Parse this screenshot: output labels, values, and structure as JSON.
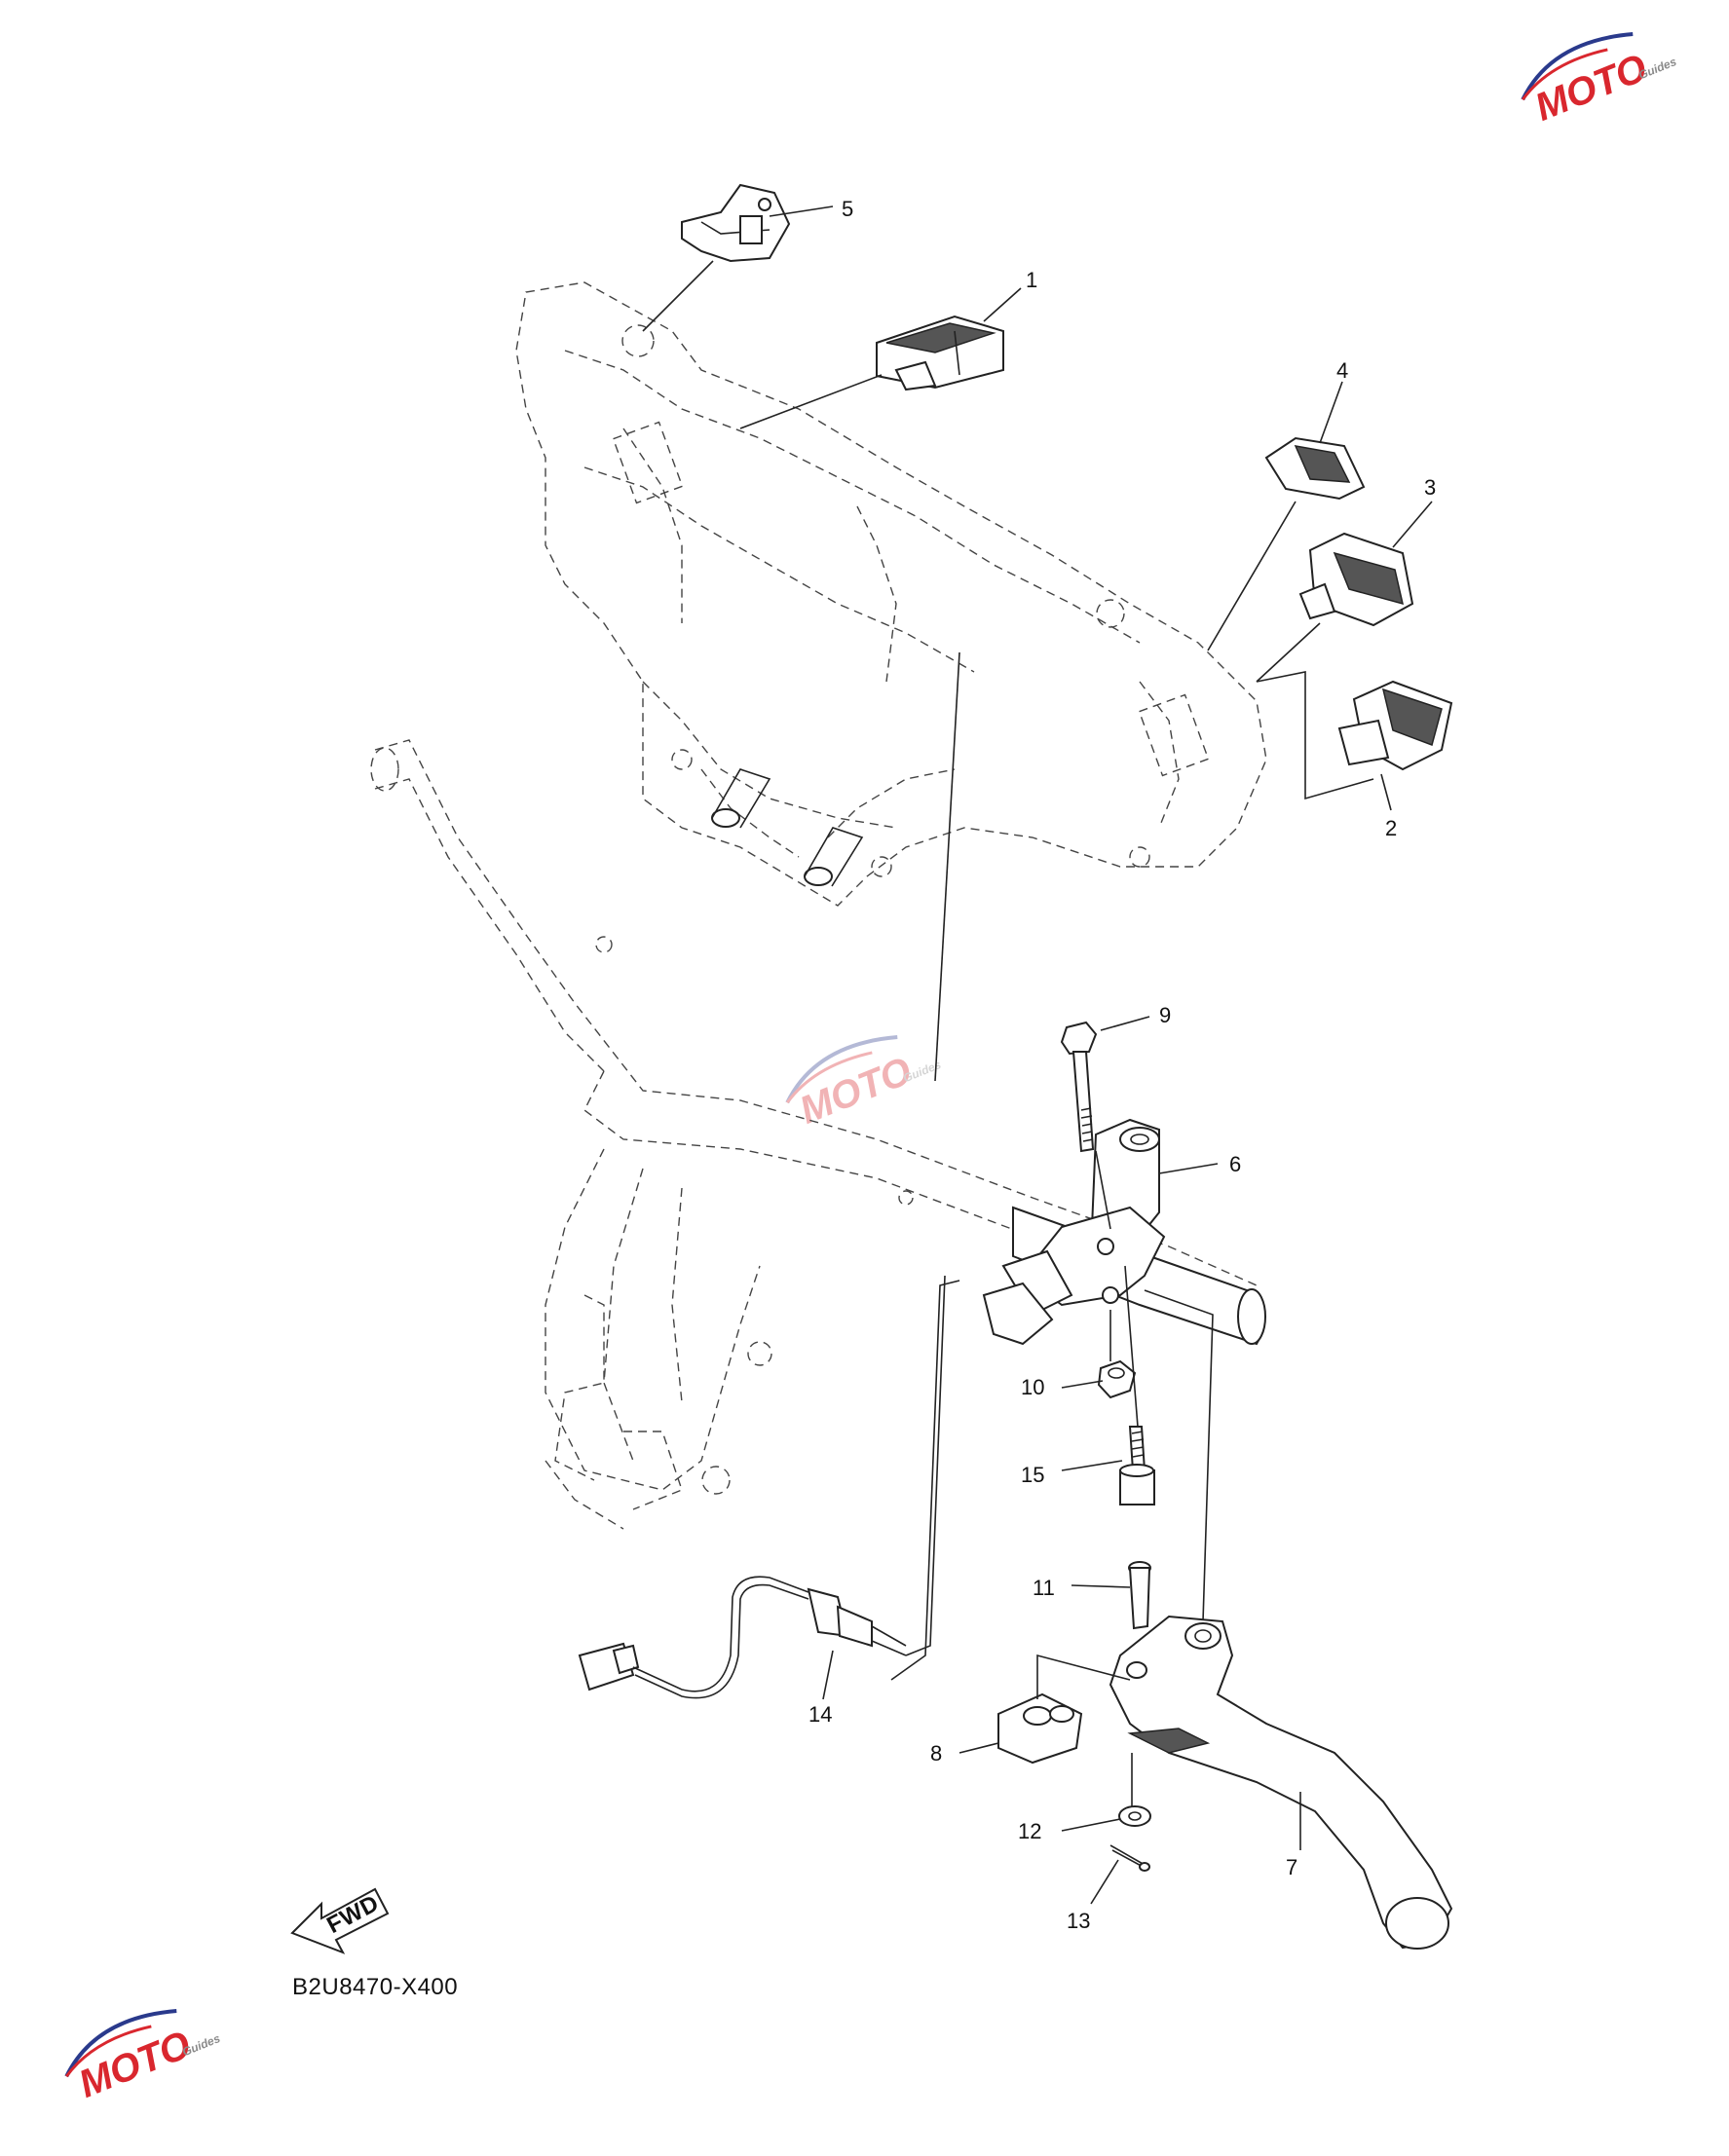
{
  "diagram": {
    "callouts": [
      "1",
      "2",
      "3",
      "4",
      "5",
      "6",
      "7",
      "8",
      "9",
      "10",
      "11",
      "12",
      "13",
      "14",
      "15"
    ],
    "drawing_code": "B2U8470-X400",
    "fwd_label": "FWD"
  },
  "watermark": {
    "text": "MOTO",
    "subtext": "Guides",
    "colors": {
      "primary": "#d9272e",
      "secondary": "#2a3a8c",
      "gray": "#8a8a8a"
    }
  }
}
